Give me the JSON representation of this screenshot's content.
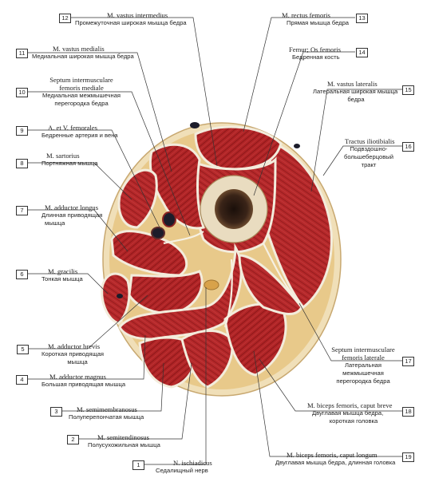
{
  "labels": [
    {
      "n": "1",
      "la": "N. ischiadicus",
      "ru": "Седалищный нерв"
    },
    {
      "n": "2",
      "la": "M. semitendinosus",
      "ru": "Полусухожильная мышца"
    },
    {
      "n": "3",
      "la": "M. semimembranosus",
      "ru": "Полуперепончатая мышца"
    },
    {
      "n": "4",
      "la": "M. adductor magnus",
      "ru": "Большая приводящая мышца"
    },
    {
      "n": "5",
      "la": "M. adductor brevis",
      "ru": "Короткая приводящая",
      "ru2": "мышца"
    },
    {
      "n": "6",
      "la": "M. gracilis",
      "ru": "Тонкая мышца"
    },
    {
      "n": "7",
      "la": "M. adductor longus",
      "ru": "Длинная приводящая",
      "ru2": "мышца"
    },
    {
      "n": "8",
      "la": "M. sartorius",
      "ru": "Портняжная мышца"
    },
    {
      "n": "9",
      "la": "A. et V. femorales",
      "ru": "Бедренные артерия и вена"
    },
    {
      "n": "10",
      "la": "Septum intermusculare",
      "la2": "femoris mediale",
      "ru": "Медиальная межмышечная",
      "ru2": "перегородка бедра"
    },
    {
      "n": "11",
      "la": "M. vastus medialis",
      "ru": "Медиальная широкая мышца бедра"
    },
    {
      "n": "12",
      "la": "M. vastus intermedius",
      "ru": "Промежуточная широкая мышца бедра"
    },
    {
      "n": "13",
      "la": "M. rectus femoris",
      "ru": "Прямая мышца бедра"
    },
    {
      "n": "14",
      "la": "Femur; Os femoris",
      "ru": "Бедренная кость"
    },
    {
      "n": "15",
      "la": "M. vastus lateralis",
      "ru": "Латеральная широкая мышца",
      "ru2": "бедра"
    },
    {
      "n": "16",
      "la": "Tractus iliotibialis",
      "ru": "Подвздошно-",
      "ru2": "большеберцовый",
      "ru3": "тракт"
    },
    {
      "n": "17",
      "la": "Septum intermusculare",
      "la2": "femoris laterale",
      "ru": "Латеральная",
      "ru2": "межмышечная",
      "ru3": "перегородка бедра"
    },
    {
      "n": "18",
      "la": "M. biceps femoris, caput breve",
      "ru": "Двуглавая мышца бедра,",
      "ru2": "короткая головка"
    },
    {
      "n": "19",
      "la": "M. biceps femoris, caput longum",
      "ru": "Двуглавая мышца бедра, длинная головка"
    }
  ],
  "colors": {
    "muscle": "#b5282a",
    "muscle_dark": "#7e1315",
    "fat": "#e8c98a",
    "fascia": "#f3ecdc",
    "bone": "#e9dcc0",
    "marrow": "#2a1a12",
    "vessel": "#1c1c2a",
    "nerve": "#d8a24a",
    "skin": "#f0dfb8",
    "leader": "#333333"
  }
}
